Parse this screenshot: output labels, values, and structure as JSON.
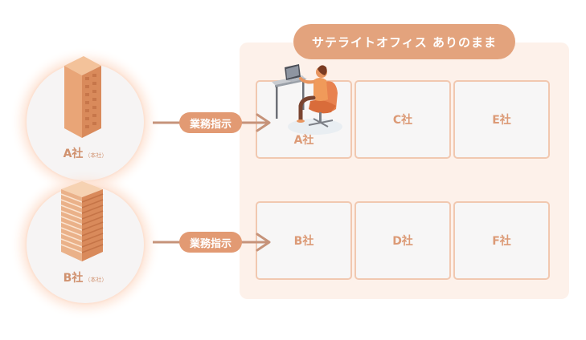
{
  "title": "サテライトオフィス ありのまま",
  "companies": [
    {
      "label": "A社",
      "sub": "（本社）"
    },
    {
      "label": "B社",
      "sub": "（本社）"
    }
  ],
  "instruction_label": "業務指示",
  "cells": {
    "row1": [
      "A社",
      "C社",
      "E社"
    ],
    "row2": [
      "B社",
      "D社",
      "F社"
    ]
  },
  "colors": {
    "accent": "#e3a37d",
    "cell_border": "#f1c8b0",
    "label": "#dc9a76",
    "arrow": "#c6937a"
  },
  "icons": [
    "building-icon",
    "building-icon",
    "worker-at-desk-icon",
    "arrow-right-icon",
    "arrow-right-icon"
  ]
}
